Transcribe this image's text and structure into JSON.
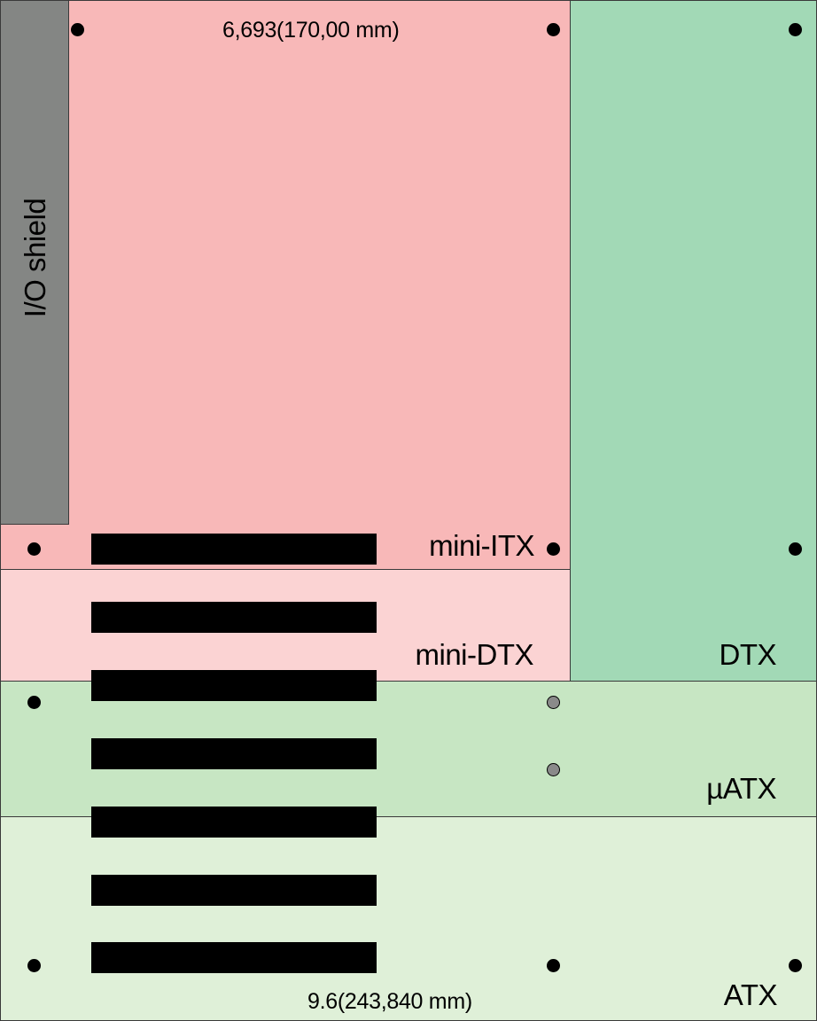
{
  "colors": {
    "mini_itx": "#f8b8b8",
    "mini_dtx": "#fbd3d3",
    "dtx": "#a2d9b6",
    "micro_atx": "#c7e6c3",
    "atx": "#dff0d8",
    "io_shield": "#848684",
    "slot": "#000000",
    "hole": "#000000",
    "hole_optional": "#8a8a8a"
  },
  "labels": {
    "io_shield": "I/O shield",
    "mini_itx": "mini-ITX",
    "mini_dtx": "mini-DTX",
    "dtx": "DTX",
    "micro_atx": "µATX",
    "atx": "ATX"
  },
  "dimensions": {
    "top": "6,693(170,00 mm)",
    "bottom": "9.6(243,840 mm)"
  },
  "expansion_slot_count": 7,
  "mounting_hole_count": 12
}
